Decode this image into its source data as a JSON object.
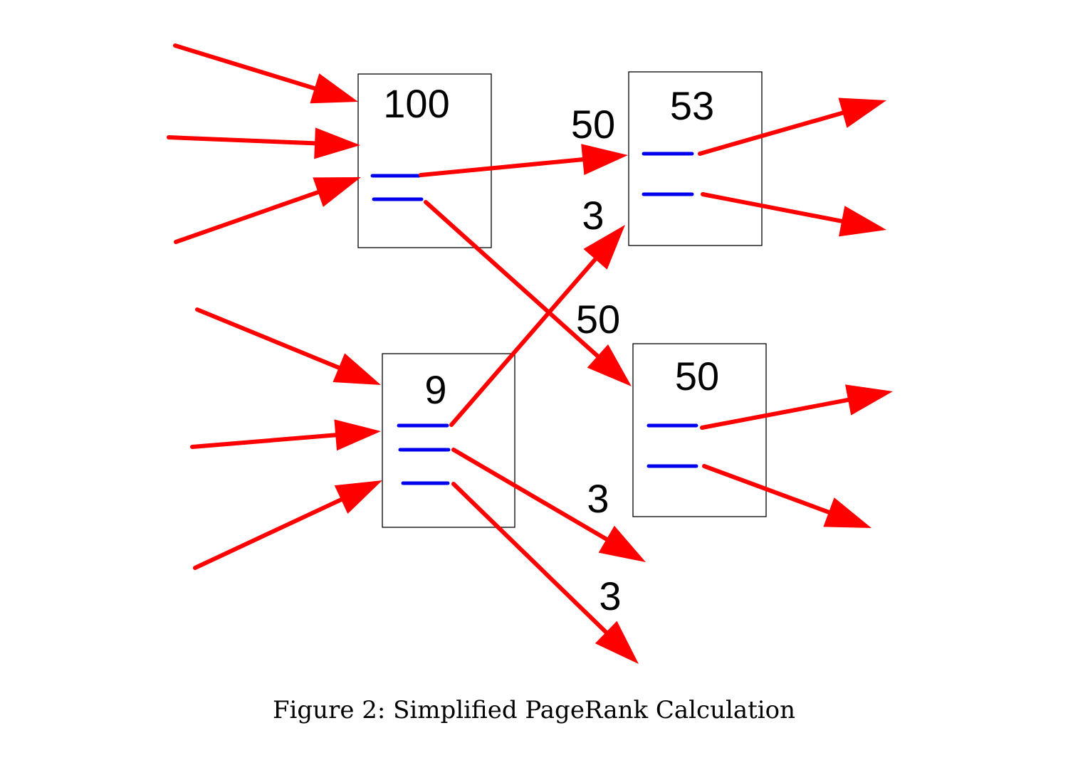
{
  "figure": {
    "caption": "Figure 2: Simplified PageRank Calculation",
    "colors": {
      "arrow": "#ff0000",
      "link": "#0000ee",
      "box_border": "#000000",
      "text": "#000000"
    },
    "nodes": [
      {
        "id": "page-a",
        "rank": "100",
        "outgoing_links": 2
      },
      {
        "id": "page-b",
        "rank": "53",
        "outgoing_links": 2
      },
      {
        "id": "page-c",
        "rank": "9",
        "outgoing_links": 3
      },
      {
        "id": "page-d",
        "rank": "50",
        "outgoing_links": 2
      }
    ],
    "edges": [
      {
        "from": "page-a",
        "to": "page-b",
        "label": "50"
      },
      {
        "from": "page-a",
        "to": "page-d",
        "label": "50"
      },
      {
        "from": "page-c",
        "to": "page-b",
        "label": "3"
      },
      {
        "from": "page-c",
        "to": "external",
        "label": "3"
      },
      {
        "from": "page-c",
        "to": "external",
        "label": "3"
      }
    ]
  }
}
